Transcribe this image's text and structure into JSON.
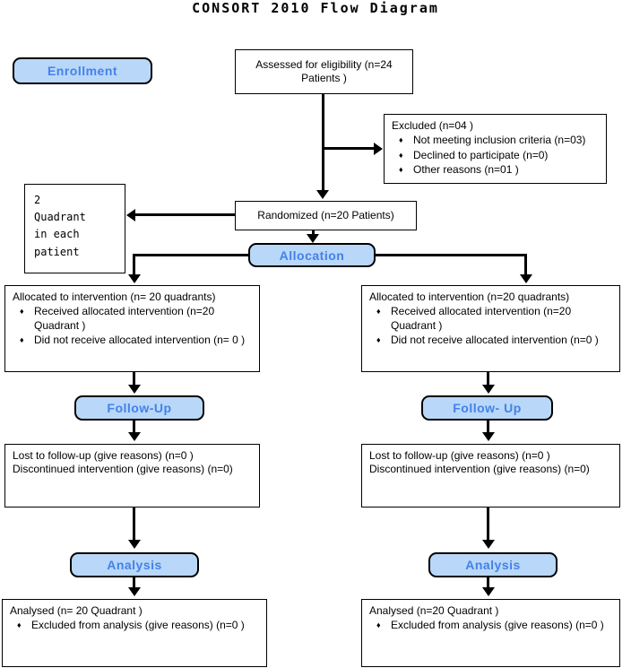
{
  "title": "CONSORT 2010 Flow Diagram",
  "glyphs": {
    "bullet": "♦"
  },
  "colors": {
    "stage_fill": "#b9d7f9",
    "stage_text": "#4382e8",
    "box_border": "#000000",
    "arrow": "#000000"
  },
  "stages": {
    "enrollment": "Enrollment",
    "allocation": "Allocation",
    "followup_left": "Follow-Up",
    "followup_right": "Follow- Up",
    "analysis_left": "Analysis",
    "analysis_right": "Analysis"
  },
  "flow": {
    "assessed": "Assessed for eligibility (n=24 Patients )",
    "excluded": {
      "title": "Excluded (n=04 )",
      "bullets": [
        "Not meeting inclusion criteria (n=03)",
        "Declined to participate (n=0)",
        "Other reasons (n=01 )"
      ]
    },
    "quadrant_note": "2\nQuadrant\nin each\npatient",
    "randomized": "Randomized (n=20 Patients)",
    "allocated_left": {
      "title": "Allocated to intervention (n= 20 quadrants)",
      "bullets": [
        "Received allocated intervention (n=20 Quadrant )",
        "Did not receive allocated intervention (n= 0 )"
      ]
    },
    "allocated_right": {
      "title": "Allocated to intervention (n=20 quadrants)",
      "bullets": [
        "Received allocated intervention (n=20 Quadrant )",
        "Did not receive allocated intervention (n=0 )"
      ]
    },
    "lost_left": {
      "line1": "Lost to follow-up (give reasons) (n=0 )",
      "line2": "Discontinued intervention (give reasons) (n=0)"
    },
    "lost_right": {
      "line1": "Lost to follow-up (give reasons) (n=0 )",
      "line2": "Discontinued intervention (give reasons) (n=0)"
    },
    "analysed_left": {
      "title": "Analysed (n= 20 Quadrant )",
      "bullets": [
        "Excluded from analysis (give reasons) (n=0 )"
      ]
    },
    "analysed_right": {
      "title": "Analysed (n=20 Quadrant )",
      "bullets": [
        "Excluded from analysis (give reasons) (n=0 )"
      ]
    }
  }
}
